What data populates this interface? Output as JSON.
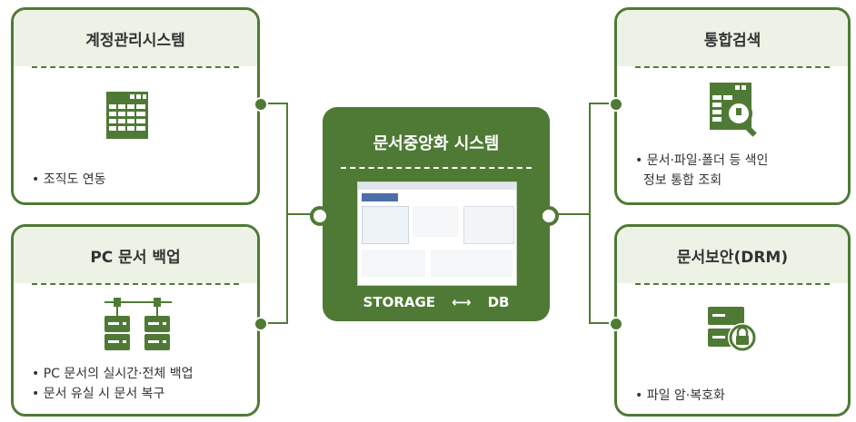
{
  "boxes": {
    "account": {
      "title": "계정관리시스템",
      "bullets": [
        "• 조직도 연동"
      ]
    },
    "backup": {
      "title": "PC 문서 백업",
      "bullets": [
        "• PC 문서의 실시간·전체 백업",
        "• 문서 유실 시 문서 복구"
      ]
    },
    "search": {
      "title": "통합검색",
      "bullets": [
        "• 문서·파일·폴더 등 색인",
        "  정보 통합 조회"
      ]
    },
    "drm": {
      "title": "문서보안(DRM)",
      "bullets": [
        "• 파일 암·복호화"
      ]
    }
  },
  "center": {
    "title": "문서중앙화 시스템",
    "left_label": "STORAGE",
    "arrow": "⟷",
    "right_label": "DB"
  },
  "colors": {
    "accent": "#4f7a35",
    "head_bg": "#edf2e6"
  },
  "icons": {
    "account": "table-grid-icon",
    "backup": "server-network-icon",
    "search": "table-magnifier-icon",
    "drm": "server-lock-icon",
    "center": "app-screenshot"
  }
}
